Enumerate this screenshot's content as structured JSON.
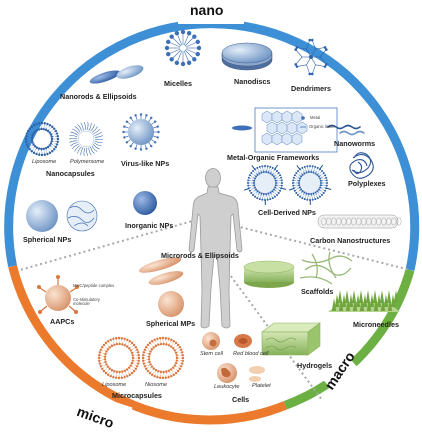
{
  "sections": {
    "nano": "nano",
    "micro": "micro",
    "macro": "macro"
  },
  "colors": {
    "nano": "#3d8fd6",
    "micro": "#ec7a2d",
    "macro": "#6cb043"
  },
  "nano_items": {
    "nanorods": "Nanorods & Ellipsoids",
    "micelles": "Micelles",
    "nanodiscs": "Nanodiscs",
    "dendrimers": "Dendrimers",
    "mof": "Metal-Organic Frameworks",
    "mof_metal": "Metal",
    "mof_linker": "Organic linker",
    "nanoworms": "Nanoworms",
    "nanocapsules": "Nanocapsules",
    "liposome": "Liposome",
    "polymersome": "Polymersome",
    "virus_like": "Virus-like NPs",
    "polyplexes": "Polyplexes",
    "cell_derived": "Cell-Derived NPs",
    "spherical_nps": "Spherical NPs",
    "inorganic_nps": "Inorganic NPs",
    "carbon": "Carbon Nanostructures"
  },
  "micro_items": {
    "aapcs": "AAPCs",
    "mhc": "MHC/peptide complex",
    "costim": "Co-stimulatory molecule",
    "microrods": "Microrods & Ellipsoids",
    "spherical_mps": "Spherical MPs",
    "microcapsules": "Microcapsules",
    "liposome": "Liposome",
    "niosome": "Niosome",
    "cells": "Cells",
    "stem": "Stem cell",
    "rbc": "Red blood cell",
    "leukocyte": "Leukocyte",
    "platelet": "Platelet"
  },
  "macro_items": {
    "scaffolds": "Scaffolds",
    "microneedles": "Microneedles",
    "hydrogels": "Hydrogels"
  }
}
